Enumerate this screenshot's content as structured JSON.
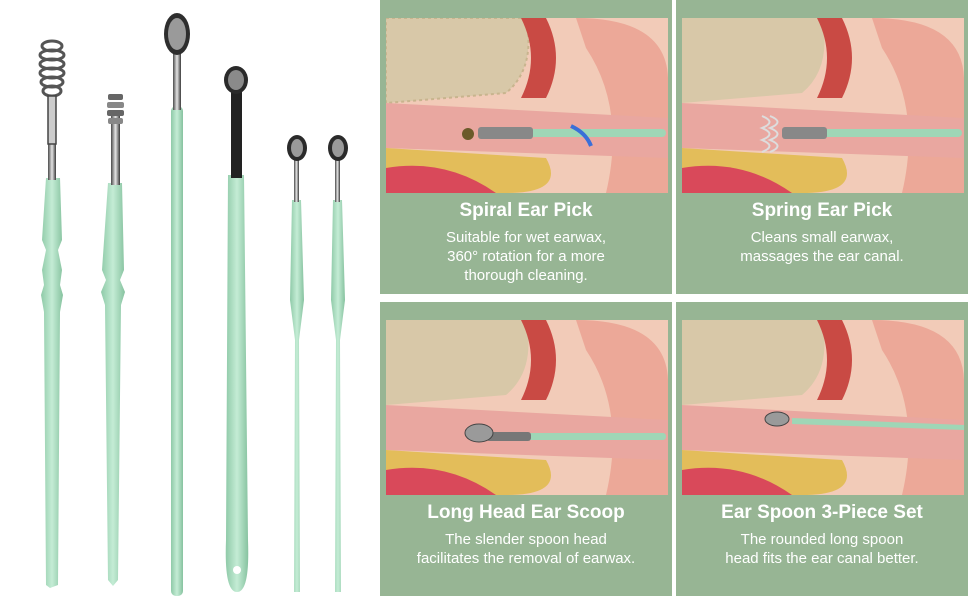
{
  "colors": {
    "panel_background": "#97b594",
    "tool_green": "#a8ddc0",
    "text": "#ffffff"
  },
  "tools": [
    {
      "name": "spiral ear pick",
      "head": "spiral-icon"
    },
    {
      "name": "spring ear pick",
      "head": "spring-icon"
    },
    {
      "name": "spoon tool",
      "head": "spoon-icon"
    },
    {
      "name": "long head ear scoop",
      "head": "scoop-icon"
    },
    {
      "name": "ear spoon small 1",
      "head": "spoon-icon"
    },
    {
      "name": "ear spoon small 2",
      "head": "spoon-icon"
    }
  ],
  "panels": [
    {
      "title": "Spiral Ear Pick",
      "lines": [
        "Suitable for wet earwax,",
        "360° rotation for a more",
        "thorough cleaning."
      ],
      "tool_icon": "spiral-pick-icon"
    },
    {
      "title": "Spring Ear Pick",
      "lines": [
        "Cleans small earwax,",
        "massages the ear canal."
      ],
      "tool_icon": "spring-pick-icon"
    },
    {
      "title": "Long Head Ear Scoop",
      "lines": [
        "The slender spoon head",
        "facilitates the removal of earwax."
      ],
      "tool_icon": "scoop-icon"
    },
    {
      "title": "Ear Spoon 3-Piece Set",
      "lines": [
        "The rounded long spoon",
        "head fits the ear canal better."
      ],
      "tool_icon": "spoon-icon"
    }
  ]
}
